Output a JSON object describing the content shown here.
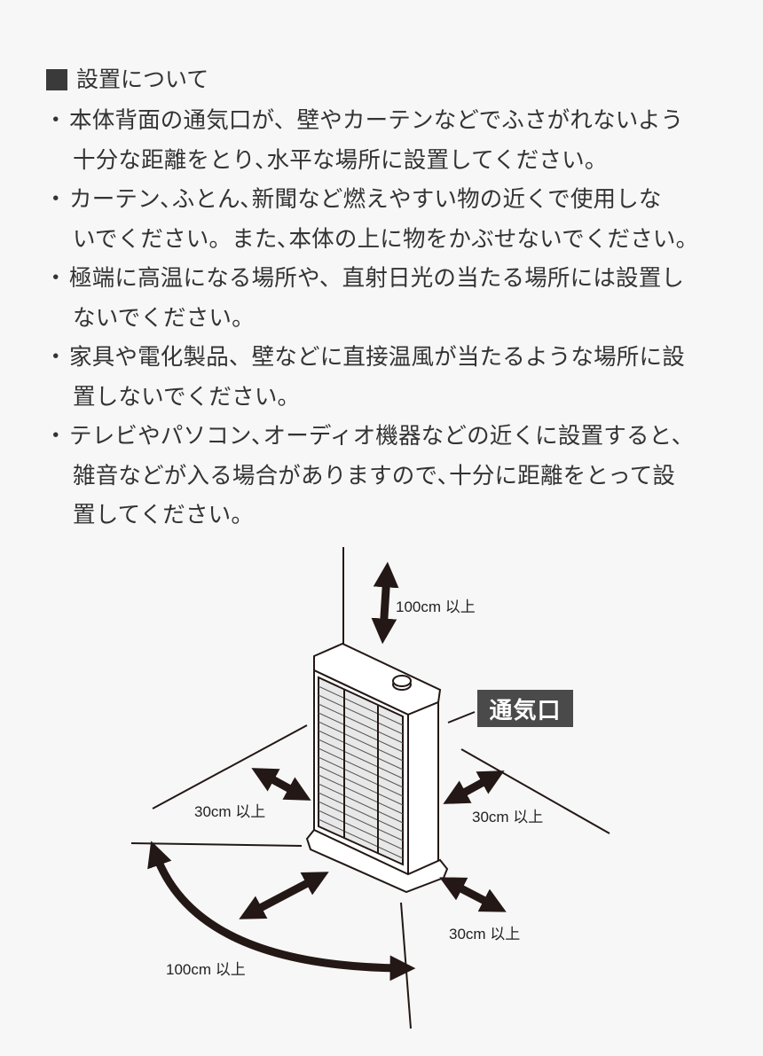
{
  "section": {
    "title": "設置について",
    "bullet_glyph": "・"
  },
  "bullets": [
    {
      "lines": [
        "本体背面の通気口が、壁やカーテンなどでふさがれないよう",
        "十分な距離をとり､水平な場所に設置してください。"
      ]
    },
    {
      "lines": [
        "カーテン､ふとん､新聞など燃えやすい物の近くで使用しな",
        "いでください。また､本体の上に物をかぶせないでください。"
      ]
    },
    {
      "lines": [
        "極端に高温になる場所や、直射日光の当たる場所には設置し",
        "ないでください。"
      ]
    },
    {
      "lines": [
        "家具や電化製品、壁などに直接温風が当たるような場所に設",
        "置しないでください。"
      ]
    },
    {
      "lines": [
        "テレビやパソコン､オーディオ機器などの近くに設置すると､",
        "雑音などが入る場合がありますので､十分に距離をとって設",
        "置してください。"
      ]
    }
  ],
  "diagram": {
    "vent_label": "通気口",
    "clearances": {
      "top": "100cm 以上",
      "left": "30cm 以上",
      "right": "30cm 以上",
      "front_right": "30cm 以上",
      "front": "100cm 以上"
    }
  }
}
